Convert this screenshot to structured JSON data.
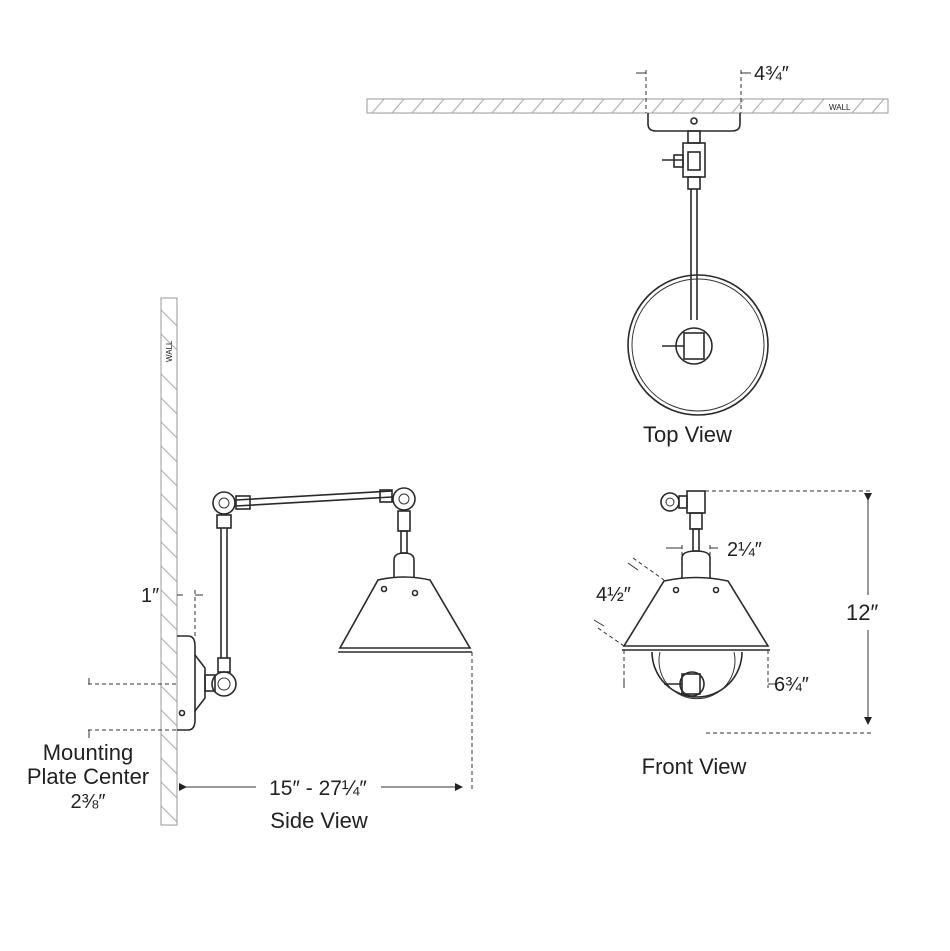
{
  "views": {
    "top": {
      "title": "Top View",
      "wall_label": "WALL",
      "dim_width": "4¾″"
    },
    "side": {
      "title": "Side View",
      "wall_label": "WALL",
      "dim_offset": "1″",
      "dim_extension": "15″ - 27¼″",
      "mounting_line1": "Mounting",
      "mounting_line2": "Plate Center",
      "mounting_value": "2⅜″"
    },
    "front": {
      "title": "Front View",
      "dim_neck": "2¼″",
      "dim_shade_height": "4½″",
      "dim_height": "12″",
      "dim_shade_width": "6¾″"
    }
  }
}
